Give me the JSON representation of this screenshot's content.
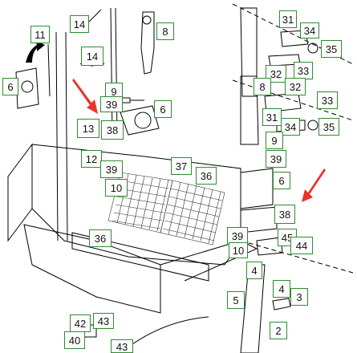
{
  "diagram": {
    "line_color": "#000000",
    "callout_border_color": "#2e8b2e",
    "arrow_color": "#e8362a",
    "mesh_color": "#333333",
    "callouts": [
      "31",
      "34",
      "35",
      "14",
      "8",
      "11",
      "33",
      "14",
      "6",
      "32",
      "8",
      "32",
      "33",
      "9",
      "39",
      "6",
      "31",
      "34",
      "35",
      "13",
      "38",
      "9",
      "39",
      "12",
      "37",
      "36",
      "6",
      "39",
      "10",
      "38",
      "36",
      "39",
      "45",
      "44",
      "10",
      "4",
      "5",
      "4",
      "3",
      "42",
      "43",
      "40",
      "43",
      "2"
    ]
  }
}
